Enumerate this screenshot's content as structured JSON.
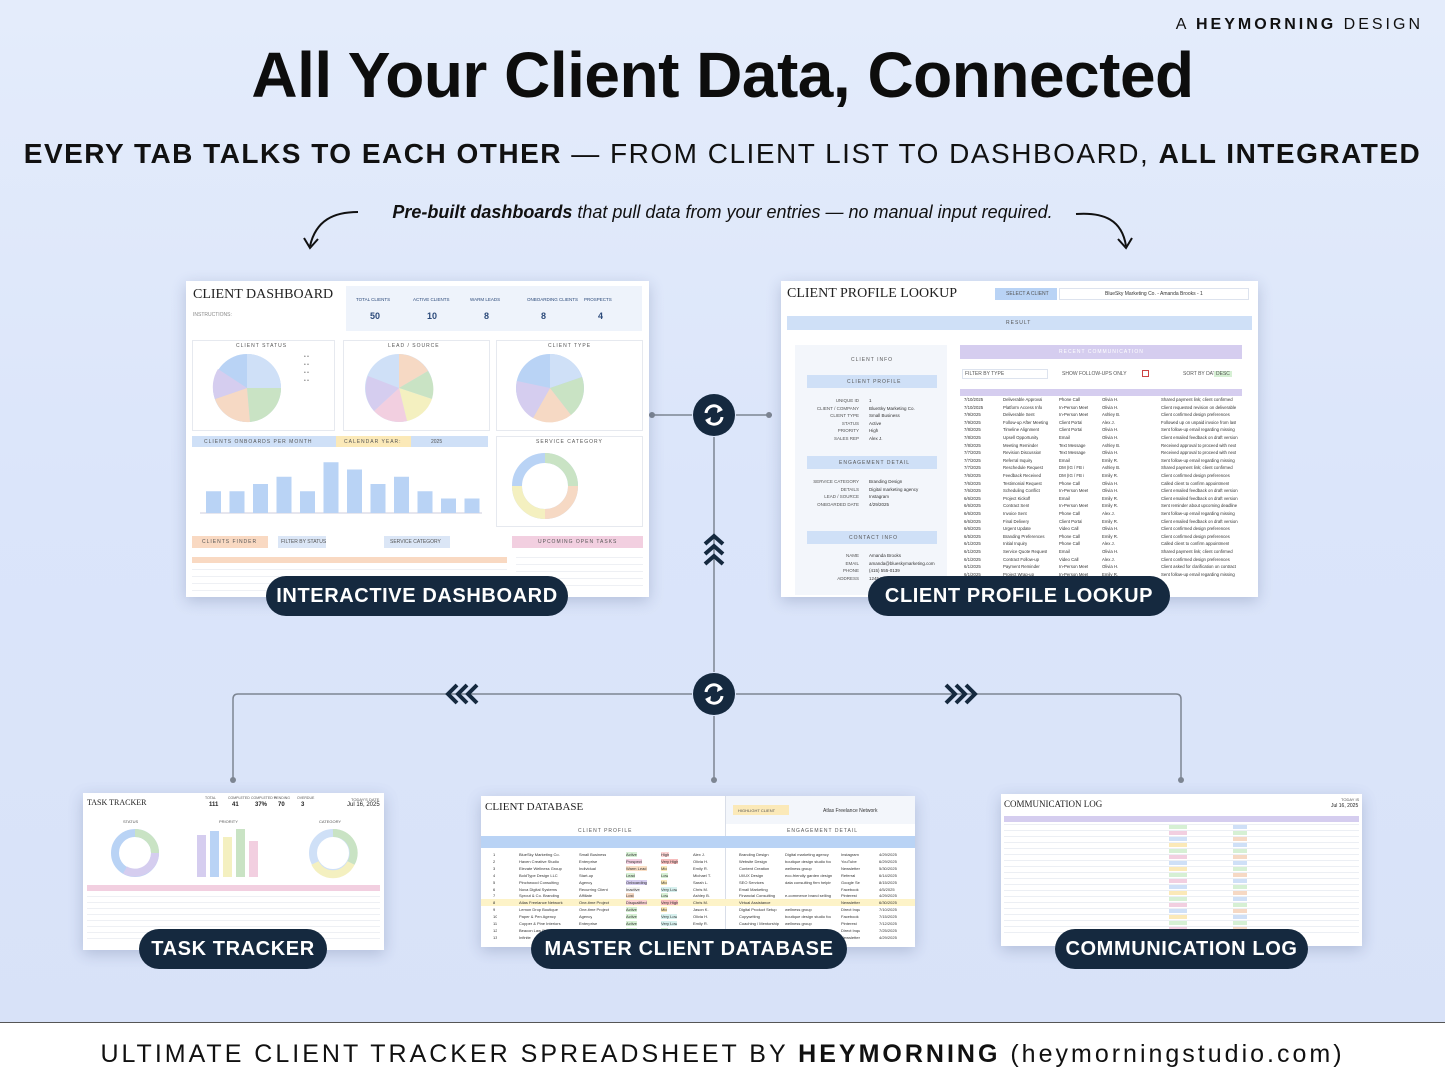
{
  "brand": {
    "prefix": "A",
    "name": "HEYMORNING",
    "suffix": "DESIGN"
  },
  "headline": "All Your Client Data, Connected",
  "subline": {
    "bold1": "EVERY TAB TALKS TO EACH OTHER",
    "sep": " — ",
    "middle": "FROM CLIENT LIST TO DASHBOARD,",
    "bold2": "ALL INTEGRATED"
  },
  "caption": {
    "bold": "Pre-built dashboards",
    "rest": "that pull data from your entries — no manual input required."
  },
  "dashboard": {
    "title": "CLIENT DASHBOARD",
    "pill": "INTERACTIVE DASHBOARD",
    "stats": [
      {
        "label": "TOTAL CLIENTS",
        "value": "50"
      },
      {
        "label": "ACTIVE CLIENTS",
        "value": "10"
      },
      {
        "label": "WARM LEADS",
        "value": "8"
      },
      {
        "label": "ONBOARDING CLIENTS",
        "value": "8"
      },
      {
        "label": "PROSPECTS",
        "value": "4"
      }
    ],
    "panels": {
      "status": "CLIENT STATUS",
      "lead": "LEAD / SOURCE",
      "type": "CLIENT TYPE",
      "onboards": "CLIENTS ONBOARDS PER MONTH",
      "calendar": "CALENDAR YEAR:",
      "calendar_value": "2025",
      "service": "SERVICE CATEGORY",
      "finder": "CLIENTS FINDER",
      "filter": "FILTER BY STATUS",
      "service_cat": "SERVICE CATEGORY",
      "tasks": "UPCOMING OPEN TASKS"
    },
    "bar_values": [
      3,
      3,
      4,
      5,
      3,
      7,
      6,
      4,
      5,
      3,
      2,
      2
    ]
  },
  "profile": {
    "title": "CLIENT PROFILE LOOKUP",
    "select_label": "SELECT A CLIENT",
    "select_value": "BlueSky Marketing Co. - Amanda Brooks - 1",
    "result": "RESULT",
    "client_info": "CLIENT INFO",
    "client_profile": "CLIENT PROFILE",
    "engagement": "ENGAGEMENT DETAIL",
    "contact": "CONTACT INFO",
    "recent": "RECENT COMMUNICATION",
    "filter_type": "FILTER BY TYPE",
    "followups": "SHOW FOLLOW-UPS ONLY",
    "sort": "SORT BY DATE",
    "sort_value": "DESC",
    "pill": "CLIENT PROFILE LOOKUP",
    "fields": [
      {
        "k": "UNIQUE ID",
        "v": "1"
      },
      {
        "k": "CLIENT / COMPANY",
        "v": "BlueSky Marketing Co."
      },
      {
        "k": "CLIENT TYPE",
        "v": "Small Business"
      },
      {
        "k": "STATUS",
        "v": "Active"
      },
      {
        "k": "PRIORITY",
        "v": "High"
      },
      {
        "k": "SALES REP",
        "v": "Alex J."
      }
    ],
    "engagement_fields": [
      {
        "k": "SERVICE CATEGORY",
        "v": "Branding Design"
      },
      {
        "k": "DETAILS",
        "v": "Digital marketing agency"
      },
      {
        "k": "LEAD / SOURCE",
        "v": "Instagram"
      },
      {
        "k": "ONBOARDED DATE",
        "v": "4/29/2025"
      }
    ],
    "contact_fields": [
      {
        "k": "NAME",
        "v": "Amanda Brooks"
      },
      {
        "k": "EMAIL",
        "v": "amanda@blueskymarketing.com"
      },
      {
        "k": "PHONE",
        "v": "(415) 555-0139"
      },
      {
        "k": "ADDRESS",
        "v": "1245 Market Street"
      }
    ],
    "comms": [
      [
        "7/10/2025",
        "Deliverable Approval",
        "Phone Call",
        "Olivia H.",
        "Shared payment link; client confirmed"
      ],
      [
        "7/10/2025",
        "Platform Access Info",
        "In-Person Meet",
        "Olivia H.",
        "Client requested revision on deliverable"
      ],
      [
        "7/9/2025",
        "Deliverable Sent",
        "In-Person Meet",
        "Ashley B.",
        "Client confirmed design preferences"
      ],
      [
        "7/9/2025",
        "Follow-up After Meeting",
        "Client Portal",
        "Alex J.",
        "Followed up on unpaid invoice from last"
      ],
      [
        "7/8/2025",
        "Timeline Alignment",
        "Client Portal",
        "Olivia H.",
        "Sent follow-up email regarding missing"
      ],
      [
        "7/8/2025",
        "Upsell Opportunity",
        "Email",
        "Olivia H.",
        "Client emailed feedback on draft version"
      ],
      [
        "7/8/2025",
        "Meeting Reminder",
        "Text Message",
        "Ashley B.",
        "Received approval to proceed with next"
      ],
      [
        "7/7/2025",
        "Revision Discussion",
        "Text Message",
        "Olivia H.",
        "Received approval to proceed with next"
      ],
      [
        "7/7/2025",
        "Referral Inquiry",
        "Email",
        "Emily R.",
        "Sent follow-up email regarding missing"
      ],
      [
        "7/7/2025",
        "Reschedule Request",
        "DM (IG / FB /",
        "Ashley B.",
        "Shared payment link; client confirmed"
      ],
      [
        "7/6/2025",
        "Feedback Received",
        "DM (IG / FB /",
        "Emily R.",
        "Client confirmed design preferences"
      ],
      [
        "7/6/2025",
        "Testimonial Request",
        "Phone Call",
        "Olivia H.",
        "Called client to confirm appointment"
      ],
      [
        "7/6/2025",
        "Scheduling Conflict",
        "In-Person Meet",
        "Olivia H.",
        "Client emailed feedback on draft version"
      ],
      [
        "6/6/2025",
        "Project Kickoff",
        "Email",
        "Emily R.",
        "Client emailed feedback on draft version"
      ],
      [
        "6/6/2025",
        "Contract Sent",
        "In-Person Meet",
        "Emily R.",
        "Sent reminder about upcoming deadline"
      ],
      [
        "6/6/2025",
        "Invoice Sent",
        "Phone Call",
        "Alex J.",
        "Sent follow-up email regarding missing"
      ],
      [
        "6/6/2025",
        "Final Delivery",
        "Client Portal",
        "Emily R.",
        "Client emailed feedback on draft version"
      ],
      [
        "6/6/2025",
        "Urgent Update",
        "Video Call",
        "Olivia H.",
        "Client confirmed design preferences"
      ],
      [
        "6/5/2025",
        "Branding Preferences",
        "Phone Call",
        "Emily R.",
        "Client confirmed design preferences"
      ],
      [
        "6/1/2025",
        "Initial Inquiry",
        "Phone Call",
        "Alex J.",
        "Called client to confirm appointment"
      ],
      [
        "6/1/2025",
        "Service Quote Request",
        "Email",
        "Olivia H.",
        "Shared payment link; client confirmed"
      ],
      [
        "6/1/2025",
        "Contract Follow-up",
        "Video Call",
        "Alex J.",
        "Client confirmed design preferences"
      ],
      [
        "6/1/2025",
        "Payment Reminder",
        "In-Person Meet",
        "Olivia H.",
        "Client asked for clarification on contract"
      ],
      [
        "6/1/2025",
        "Project Wrap-up",
        "In-Person Meet",
        "Emily R.",
        "Sent follow-up email regarding missing"
      ]
    ]
  },
  "task_tracker": {
    "title": "TASK TRACKER",
    "stats": [
      {
        "label": "TOTAL",
        "value": "111"
      },
      {
        "label": "COMPLETED",
        "value": "41"
      },
      {
        "label": "COMPLETED %",
        "value": "37%"
      },
      {
        "label": "PENDING",
        "value": "70"
      },
      {
        "label": "OVERDUE",
        "value": "3"
      }
    ],
    "today_label": "TODAY'S DATE",
    "today": "Jul 16, 2025",
    "status_label": "STATUS",
    "priority_label": "PRIORITY",
    "category_label": "CATEGORY",
    "pill": "TASK TRACKER"
  },
  "database": {
    "title": "CLIENT DATABASE",
    "highlight_label": "HIGHLIGHT CLIENT",
    "highlight_value": "Atlas Freelance Network",
    "client_profile": "CLIENT PROFILE",
    "engagement": "ENGAGEMENT DETAIL",
    "pill": "MASTER CLIENT DATABASE",
    "rows": [
      [
        "1",
        "BlueSky Marketing Co.",
        "Small Business",
        "Active",
        "High",
        "Alex J.",
        "Branding Design",
        "Digital marketing agency",
        "Instagram",
        "4/29/2025"
      ],
      [
        "2",
        "Haven Creative Studio",
        "Enterprise",
        "Prospect",
        "Very High",
        "Olivia H.",
        "Website Design",
        "boutique design studio foc",
        "YouTube",
        "6/29/2025"
      ],
      [
        "3",
        "Elevate Wellness Group",
        "Individual",
        "Warm Lead",
        "Mid",
        "Emily R.",
        "Content Creation",
        "wellness group",
        "Newsletter",
        "5/30/2025"
      ],
      [
        "4",
        "BoldType Design LLC",
        "Start-up",
        "Lead",
        "Low",
        "Michael T.",
        "UI/UX Design",
        "eco-friendly garden design",
        "Referral",
        "6/14/2025"
      ],
      [
        "5",
        "Pinchwood Consulting",
        "Agency",
        "Onboarding",
        "Mid",
        "Sarah L.",
        "SEO Services",
        "data consulting firm helpin",
        "Google Se",
        "8/15/2025"
      ],
      [
        "6",
        "Nova Digital Systems",
        "Recurring Client",
        "Inactive",
        "Very Low",
        "Chris M.",
        "Email Marketing",
        "",
        "Facebook",
        "4/5/2025"
      ],
      [
        "7",
        "Sprout & Co. Branding",
        "Affiliate",
        "Lost",
        "Low",
        "Ashley B.",
        "Financial Consulting",
        "e-commerce brand selling",
        "Pinterest",
        "4/29/2025"
      ],
      [
        "8",
        "Atlas Freelance Network",
        "One-time Project",
        "Disqualified",
        "Very High",
        "Chris M.",
        "Virtual Assistance",
        "",
        "Newsletter",
        "6/30/2025"
      ],
      [
        "9",
        "Lemon Drop Boutique",
        "One-time Project",
        "Active",
        "Mid",
        "Jason K.",
        "Digital Product Setup",
        "wellness group",
        "Direct Inqu",
        "7/10/2025"
      ],
      [
        "10",
        "Paper & Pen Agency",
        "Agency",
        "Active",
        "Very Low",
        "Olivia H.",
        "Copywriting",
        "boutique design studio foc",
        "Facebook",
        "7/15/2025"
      ],
      [
        "11",
        "Copper & Pine Interiors",
        "Enterprise",
        "Active",
        "Very Low",
        "Emily R.",
        "Coaching / Mentorship",
        "wellness group",
        "Pinterest",
        "7/12/2025"
      ],
      [
        "12",
        "Beacon Law Partners",
        "Enterprise",
        "Active",
        "Low",
        "Michael T.",
        "Web Development",
        "",
        "Direct Inqu",
        "7/25/2025"
      ],
      [
        "13",
        "Infinite",
        "",
        "",
        "",
        "",
        "Brand Identity",
        "",
        "Newsletter",
        "4/29/2025"
      ]
    ]
  },
  "comm_log": {
    "title": "COMMUNICATION LOG",
    "today_label": "TODAY IS",
    "today": "Jul 16, 2025",
    "pill": "COMMUNICATION LOG"
  },
  "footer": {
    "prefix": "ULTIMATE CLIENT TRACKER SPREADSHEET BY",
    "bold": "HEYMORNING",
    "suffix": "(heymorningstudio.com)"
  },
  "colors": {
    "navy": "#15293f",
    "accent_blue": "#b9d3f5",
    "background": "#dfe8fa"
  },
  "icons": [
    "sync-icon",
    "chevron-up-icon",
    "chevron-left-icon",
    "chevron-right-icon",
    "curved-arrow-icon"
  ]
}
